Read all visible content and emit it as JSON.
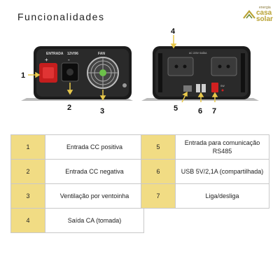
{
  "page": {
    "title": "Funcionalidades"
  },
  "brand": {
    "top": "energia",
    "line1": "casa",
    "line2": "solar"
  },
  "device": {
    "front_label_input": "ENTRADA",
    "front_label_voltage": "12V/96",
    "front_label_fan": "FAN",
    "back_label_output": "AC 220V SAÍDA",
    "back_label_switch": "SW"
  },
  "callouts": [
    "1",
    "2",
    "3",
    "4",
    "5",
    "6",
    "7"
  ],
  "table_left": [
    {
      "num": "1",
      "label": "Entrada CC positiva"
    },
    {
      "num": "2",
      "label": "Entrada CC negativa"
    },
    {
      "num": "3",
      "label": "Ventilação por ventoinha"
    },
    {
      "num": "4",
      "label": "Saída CA (tomada)"
    }
  ],
  "table_right": [
    {
      "num": "5",
      "label": "Entrada para comunicação RS485"
    },
    {
      "num": "6",
      "label": "USB 5V/2,1A (compartilhada)"
    },
    {
      "num": "7",
      "label": "Liga/desliga"
    }
  ],
  "colors": {
    "accent": "#f1dc84",
    "arrow": "#e8c84a",
    "red": "#d02020"
  }
}
